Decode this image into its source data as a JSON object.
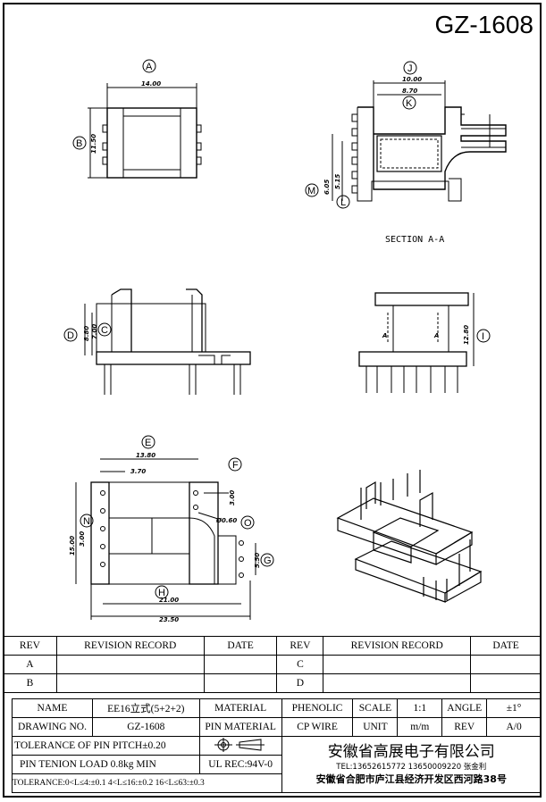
{
  "drawing_number": "GZ-1608",
  "section_label": "SECTION A-A",
  "circle_labels": {
    "a": "A",
    "b": "B",
    "c": "C",
    "d": "D",
    "e": "E",
    "f": "F",
    "g": "G",
    "h": "H",
    "i": "I",
    "j": "J",
    "k": "K",
    "l": "L",
    "m": "M",
    "n": "N",
    "o": "O"
  },
  "dimensions": {
    "a": "14.00",
    "b": "11.50",
    "j": "10.00",
    "k": "8.70",
    "m": "6.05",
    "l": "5.15",
    "d": "8.80",
    "c": "7.00",
    "i": "12.80",
    "e": "13.80",
    "e_inner": "3.70",
    "f": "3.00",
    "o": "Ø0.60",
    "n": "15.00",
    "n_inner": "3.00",
    "g": "5.50",
    "h": "21.00",
    "total": "23.50"
  },
  "section_markers": [
    "A",
    "A"
  ],
  "revision_table": {
    "headers": [
      "REV",
      "REVISION RECORD",
      "DATE",
      "REV",
      "REVISION RECORD",
      "DATE"
    ],
    "rows": [
      [
        "A",
        "",
        "",
        "C",
        "",
        ""
      ],
      [
        "B",
        "",
        "",
        "D",
        "",
        ""
      ]
    ]
  },
  "title_block": {
    "name_label": "NAME",
    "name_value": "EE16立式(5+2+2)",
    "material_label": "MATERIAL",
    "material_value": "PHENOLIC",
    "scale_label": "SCALE",
    "scale_value": "1:1",
    "angle_label": "ANGLE",
    "angle_value": "±1°",
    "drawing_no_label": "DRAWING NO.",
    "drawing_no_value": "GZ-1608",
    "pin_material_label": "PIN MATERIAL",
    "pin_material_value": "CP WIRE",
    "unit_label": "UNIT",
    "unit_value": "m/m",
    "rev_label": "REV",
    "rev_value": "A/0",
    "tolerance_pitch": "TOLERANCE OF PIN PITCH±0.20",
    "pin_load": "PIN TENION LOAD 0.8kg MIN",
    "ul_rec": "UL REC:94V-0",
    "tolerance_ranges": "TOLERANCE:0<L≤4:±0.1  4<L≤16:±0.2  16<L≤63:±0.3",
    "company_name": "安徽省高展电子有限公司",
    "company_tel": "TEL:13652615772 13650009220 张金利",
    "company_address": "安徽省合肥市庐江县经济开发区西河路38号"
  }
}
